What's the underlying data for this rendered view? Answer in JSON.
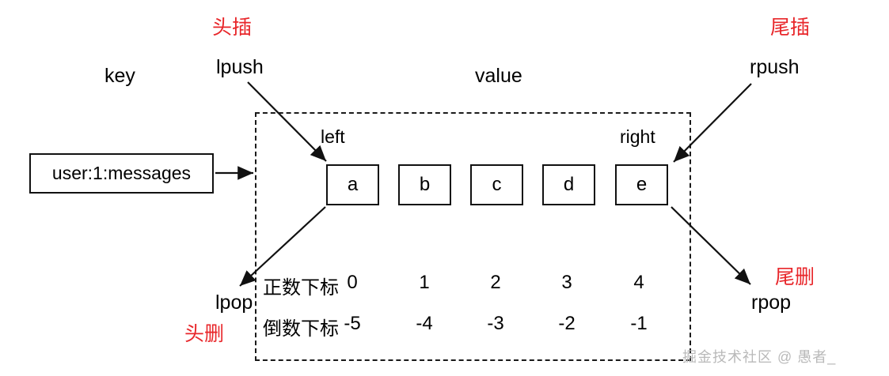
{
  "diagram": {
    "title_labels": {
      "key": "key",
      "value": "value"
    },
    "key_box": {
      "text": "user:1:messages"
    },
    "ends": {
      "left": "left",
      "right": "right"
    },
    "operations": {
      "lpush": {
        "command": "lpush",
        "annotation": "头插"
      },
      "rpush": {
        "command": "rpush",
        "annotation": "尾插"
      },
      "lpop": {
        "command": "lpop",
        "annotation": "头删"
      },
      "rpop": {
        "command": "rpop",
        "annotation": "尾删"
      }
    },
    "elements": [
      "a",
      "b",
      "c",
      "d",
      "e"
    ],
    "index_rows": {
      "positive_label": "正数下标",
      "positive": [
        "0",
        "1",
        "2",
        "3",
        "4"
      ],
      "negative_label": "倒数下标",
      "negative": [
        "-5",
        "-4",
        "-3",
        "-2",
        "-1"
      ]
    },
    "watermark": "掘金技术社区 @ 愚者_",
    "colors": {
      "annotation_red": "#e8262a",
      "stroke": "#111111",
      "watermark": "#b9b9b9",
      "background": "#ffffff"
    }
  }
}
